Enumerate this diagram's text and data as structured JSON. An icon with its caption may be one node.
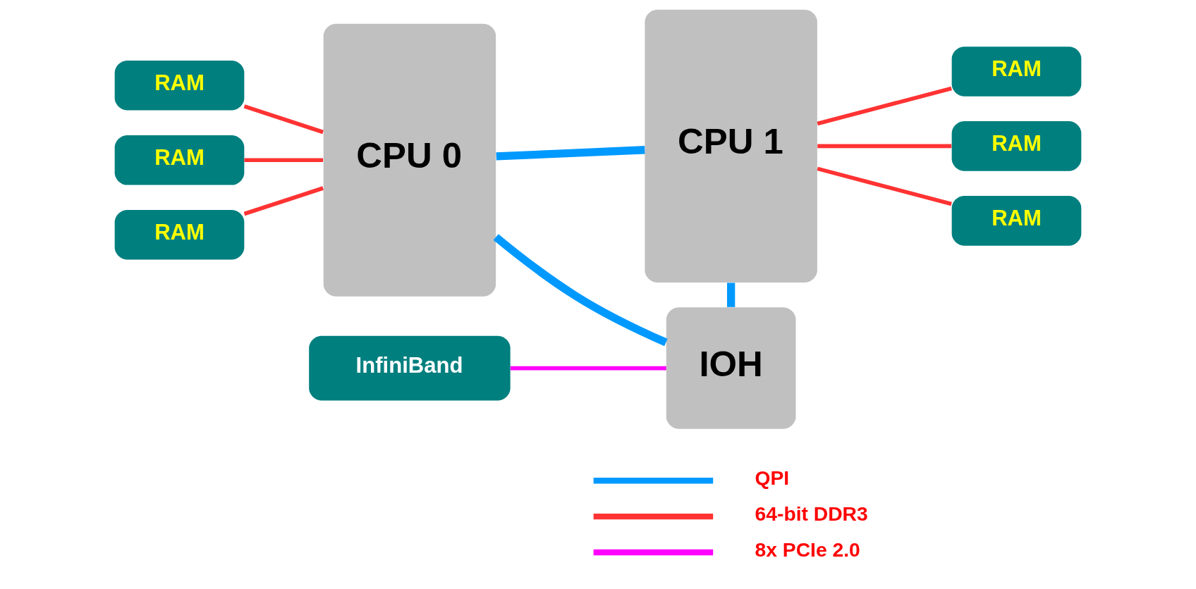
{
  "diagram": {
    "nodes": [
      {
        "text": [
          "RAM"
        ]
      },
      {
        "text": [
          "RAM"
        ]
      },
      {
        "text": [
          "RAM"
        ]
      },
      {
        "text": [
          "CPU 0"
        ]
      },
      {
        "text": [
          "CPU 1"
        ]
      },
      {
        "text": [
          "RAM"
        ]
      },
      {
        "text": [
          "RAM"
        ]
      },
      {
        "text": [
          "RAM"
        ]
      },
      {
        "text": [
          "InfiniBand"
        ]
      },
      {
        "text": [
          "IOH"
        ]
      }
    ],
    "edges": [
      {
        "from": 0,
        "to": 3,
        "arrow": "none"
      },
      {
        "from": 1,
        "to": 3,
        "arrow": "none"
      },
      {
        "from": 2,
        "to": 3,
        "arrow": "none"
      },
      {
        "from": 3,
        "to": 4,
        "arrow": "none",
        "style": "thick",
        "color": "#0099ff"
      },
      {
        "from": 4,
        "to": 5,
        "arrow": "none"
      },
      {
        "from": 4,
        "to": 6,
        "arrow": "none"
      },
      {
        "from": 4,
        "to": 7,
        "arrow": "none"
      },
      {
        "from": 3,
        "to": 9,
        "arrow": "none",
        "style": "thick",
        "color": "#0099ff"
      },
      {
        "from": 4,
        "to": 9,
        "arrow": "none",
        "style": "thick",
        "color": "#0099ff"
      },
      {
        "from": 8,
        "to": 9,
        "arrow": "none",
        "color": "#ff00ff"
      }
    ],
    "legend": [
      {
        "text": "QPI",
        "color": "#0099ff"
      },
      {
        "text": "64-bit DDR3",
        "color": "#ff3333"
      },
      {
        "text": "8x PCIe 2.0",
        "color": "#ff00ff"
      }
    ]
  }
}
